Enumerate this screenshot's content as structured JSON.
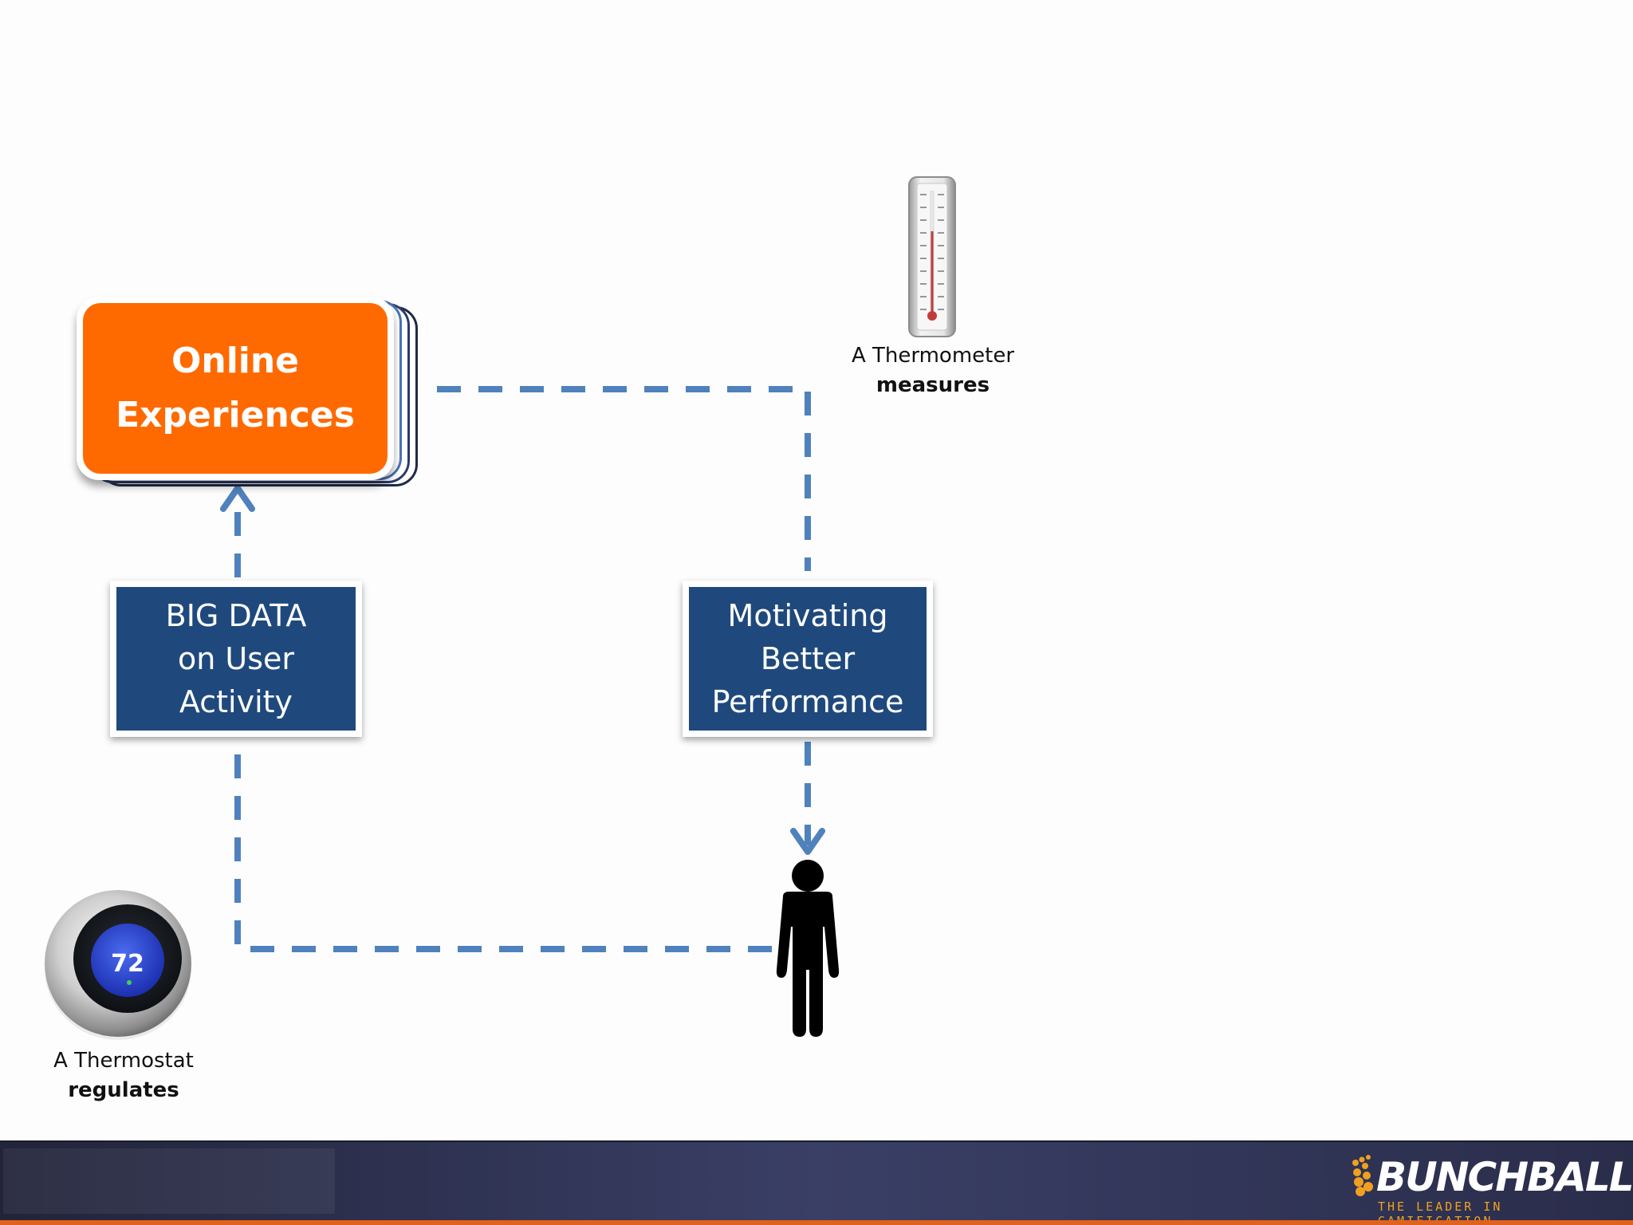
{
  "diagram": {
    "online_experiences": "Online\nExperiences",
    "big_data": "BIG DATA\non User\nActivity",
    "motivating": "Motivating\nBetter\nPerformance",
    "thermometer_caption": "A Thermometer",
    "thermometer_verb": "measures",
    "thermostat_caption": "A Thermostat",
    "thermostat_verb": "regulates",
    "thermostat_reading": "72"
  },
  "footer": {
    "brand_name": "BUNCHBALL",
    "brand_tagline": "THE LEADER IN GAMIFICATION"
  },
  "colors": {
    "accent_orange": "#ff6a00",
    "box_blue": "#1f497d",
    "connector_blue": "#4f81bd",
    "footer_dark": "#2a2d4a",
    "brand_orange": "#f0a020"
  }
}
